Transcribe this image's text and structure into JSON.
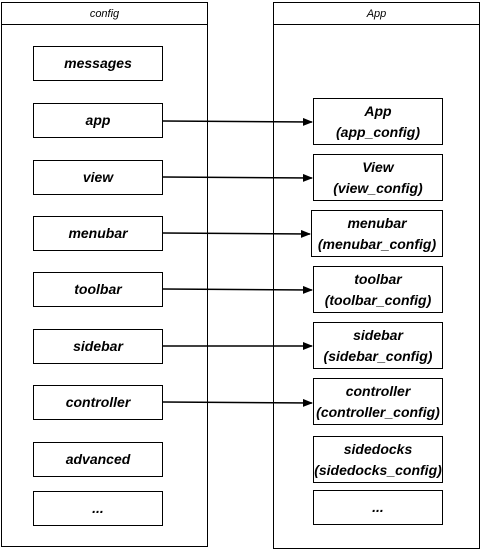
{
  "config_panel": {
    "title": "config",
    "items": [
      "messages",
      "app",
      "view",
      "menubar",
      "toolbar",
      "sidebar",
      "controller",
      "advanced",
      "..."
    ]
  },
  "app_panel": {
    "title": "App",
    "items": [
      {
        "name": "App",
        "config": "(app_config)"
      },
      {
        "name": "View",
        "config": "(view_config)"
      },
      {
        "name": "menubar",
        "config": "(menubar_config)"
      },
      {
        "name": "toolbar",
        "config": "(toolbar_config)"
      },
      {
        "name": "sidebar",
        "config": "(sidebar_config)"
      },
      {
        "name": "controller",
        "config": "(controller_config)"
      },
      {
        "name": "sidedocks",
        "config": "(sidedocks_config)"
      },
      {
        "name": "...",
        "config": ""
      }
    ]
  }
}
